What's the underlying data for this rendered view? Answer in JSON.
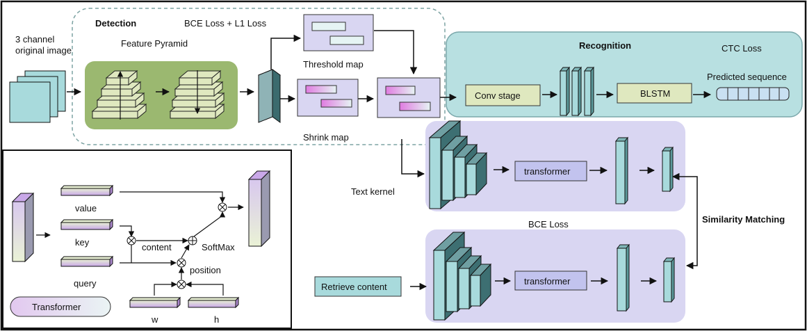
{
  "detection": {
    "title": "Detection",
    "loss": "BCE Loss + L1 Loss",
    "input_line1": "3 channel",
    "input_line2": "original image",
    "feature_pyramid": "Feature Pyramid",
    "threshold_map": "Threshold map",
    "shrink_map": "Shrink map"
  },
  "recognition": {
    "title": "Recognition",
    "loss": "CTC Loss",
    "conv_stage": "Conv stage",
    "blstm": "BLSTM",
    "predicted_sequence": "Predicted sequence"
  },
  "matching": {
    "text_kernel": "Text kernel",
    "transformer_top": "transformer",
    "bce_loss": "BCE Loss",
    "retrieve_content": "Retrieve content",
    "transformer_bottom": "transformer",
    "similarity_matching": "Similarity Matching"
  },
  "transformer_detail": {
    "value": "value",
    "key": "key",
    "query": "query",
    "content": "content",
    "softmax": "SoftMax",
    "position": "position",
    "w": "w",
    "h": "h",
    "legend": "Transformer"
  },
  "colors": {
    "teal": "#a8dadc",
    "green": "#9bb870",
    "lavender": "#d9d6f2",
    "block_fill": "#dfe8bf",
    "recognition_bg": "#b8e0e1"
  }
}
